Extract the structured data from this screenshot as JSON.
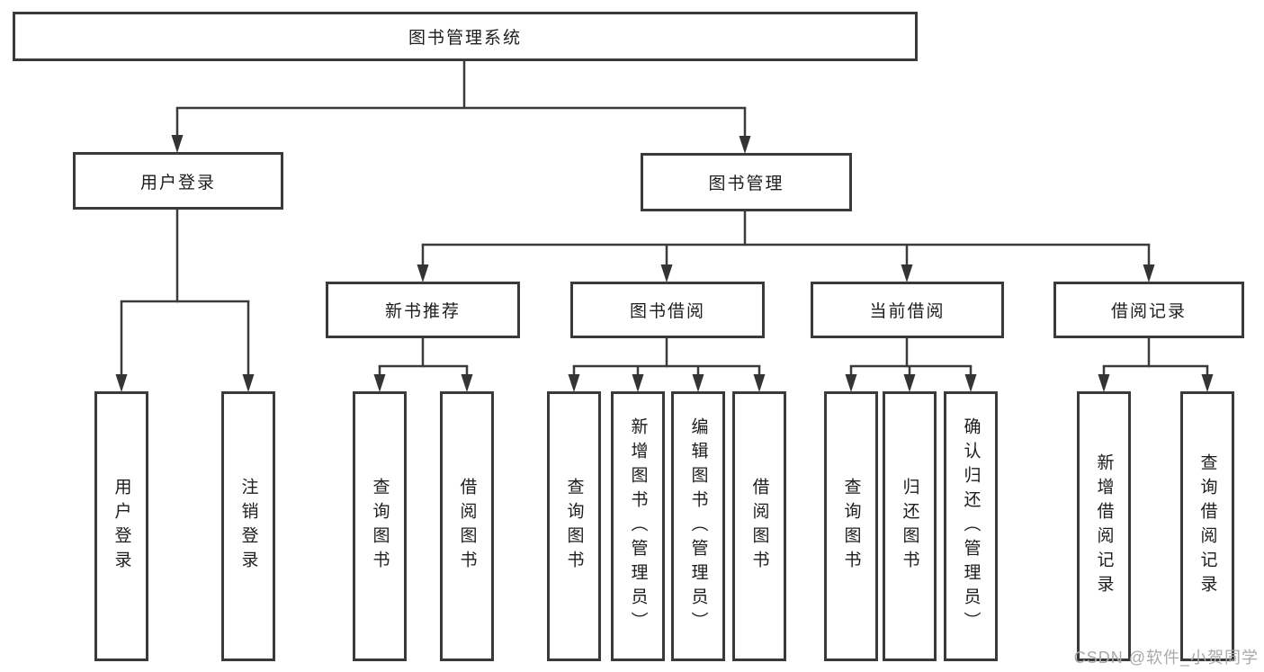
{
  "diagram": {
    "root_label": "图书管理系统",
    "branches": [
      {
        "label": "用户登录",
        "children": [
          {
            "label": "用户登录"
          },
          {
            "label": "注销登录"
          }
        ]
      },
      {
        "label": "图书管理",
        "children": [
          {
            "label": "新书推荐",
            "children": [
              {
                "label": "查询图书"
              },
              {
                "label": "借阅图书"
              }
            ]
          },
          {
            "label": "图书借阅",
            "children": [
              {
                "label": "查询图书"
              },
              {
                "label": "新增图书（管理员）"
              },
              {
                "label": "编辑图书（管理员）"
              },
              {
                "label": "借阅图书"
              }
            ]
          },
          {
            "label": "当前借阅",
            "children": [
              {
                "label": "查询图书"
              },
              {
                "label": "归还图书"
              },
              {
                "label": "确认归还（管理员）"
              }
            ]
          },
          {
            "label": "借阅记录",
            "children": [
              {
                "label": "新增借阅记录"
              },
              {
                "label": "查询借阅记录"
              }
            ]
          }
        ]
      }
    ]
  },
  "watermark": {
    "text": "CSDN @软件_小贺同学"
  },
  "colors": {
    "line": "#3b3b3b",
    "box_border": "#3a3a3a",
    "text": "#1d1d1d",
    "watermark": "#a9a9a9",
    "background": "#ffffff"
  }
}
